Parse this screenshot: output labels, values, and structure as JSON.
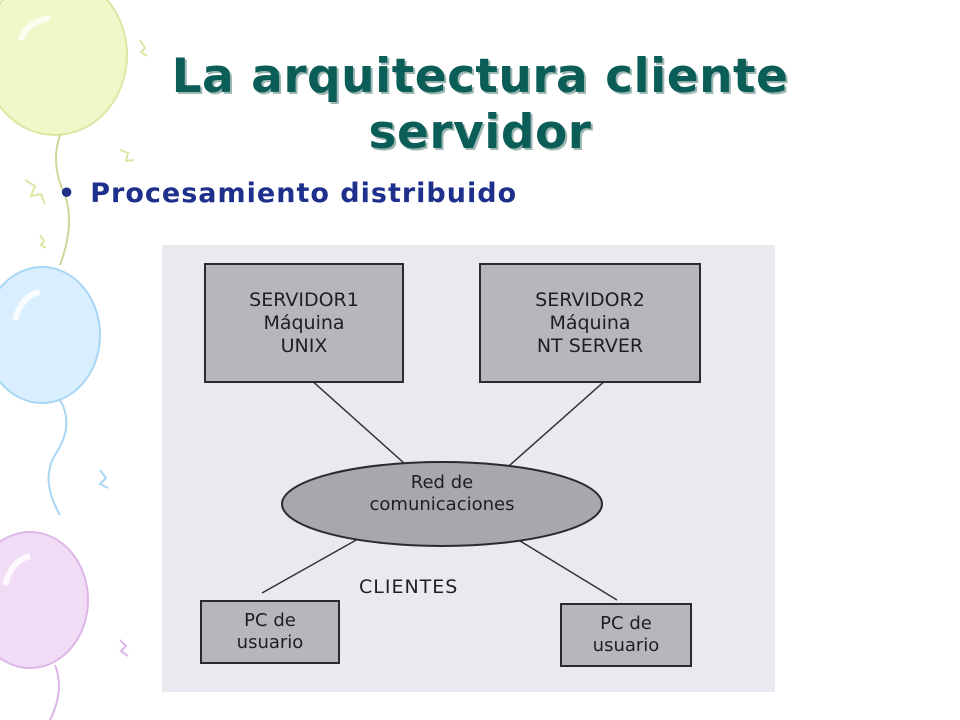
{
  "slide": {
    "title_line1": "La arquitectura cliente",
    "title_line2": "servidor",
    "bullet": "Procesamiento distribuido"
  },
  "diagram": {
    "server1": {
      "line1": "SERVIDOR1",
      "line2": "Máquina",
      "line3": "UNIX"
    },
    "server2": {
      "line1": "SERVIDOR2",
      "line2": "Máquina",
      "line3": "NT SERVER"
    },
    "network": {
      "line1": "Red de",
      "line2": "comunicaciones"
    },
    "clients_label": "CLIENTES",
    "client1": {
      "line1": "PC de",
      "line2": "usuario"
    },
    "client2": {
      "line1": "PC de",
      "line2": "usuario"
    }
  },
  "colors": {
    "title": "#0b5d57",
    "bullet": "#1e2f8c",
    "box_fill": "#b8b6bd",
    "ellipse_fill": "#a9a7ae"
  },
  "decoration": {
    "icon": "balloons-icon"
  }
}
